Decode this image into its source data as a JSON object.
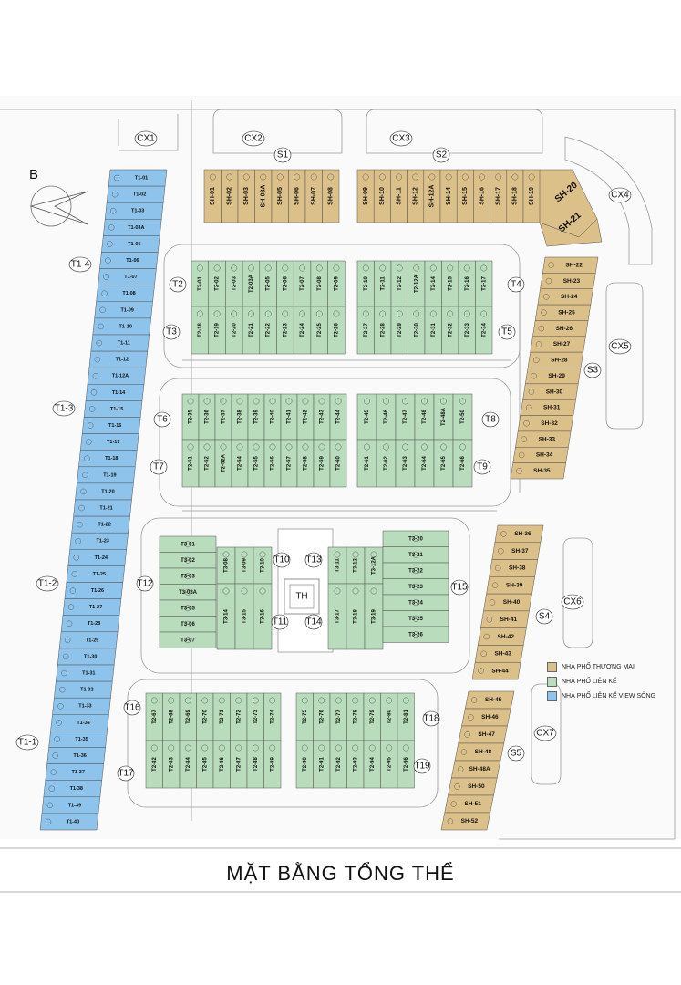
{
  "title": "MẶT BẰNG TỔNG THỂ",
  "compass_label": "B",
  "legend": [
    {
      "label": "NHÀ PHỐ THƯƠNG MẠI",
      "color": "#dcc08a"
    },
    {
      "label": "NHÀ PHỐ LIÊN KẾ",
      "color": "#b8dcbc"
    },
    {
      "label": "NHÀ PHỐ LIÊN KẾ VIEW SÔNG",
      "color": "#8ec3ec"
    }
  ],
  "colors": {
    "commercial": "#dcc08a",
    "townhouse": "#b8dcbc",
    "river_view": "#8ec3ec"
  },
  "areas": {
    "cx": [
      "CX1",
      "CX2",
      "CX3",
      "CX4",
      "CX5",
      "CX6",
      "CX7"
    ],
    "s": [
      "S1",
      "S2",
      "S3",
      "S4",
      "S5"
    ],
    "t1": [
      "T1-4",
      "T1-3",
      "T1-2",
      "T1-1"
    ],
    "t": [
      "T2",
      "T3",
      "T4",
      "T5",
      "T6",
      "T7",
      "T8",
      "T9",
      "T10",
      "T11",
      "T12",
      "T13",
      "T14",
      "T15",
      "T16",
      "T17",
      "T18",
      "T19"
    ],
    "center": "TH"
  },
  "lots": {
    "sh_row_left": [
      "SH-01",
      "SH-02",
      "SH-03",
      "SH-03A",
      "SH-05",
      "SH-06",
      "SH-07",
      "SH-08"
    ],
    "sh_row_right": [
      "SH-09",
      "SH-10",
      "SH-11",
      "SH-12",
      "SH-12A",
      "SH-14",
      "SH-15",
      "SH-16",
      "SH-17",
      "SH-18",
      "SH-19"
    ],
    "sh_corner": [
      "SH-20",
      "SH-21"
    ],
    "sh_col_1": [
      "SH-22",
      "SH-23",
      "SH-24",
      "SH-25",
      "SH-26",
      "SH-27",
      "SH-28",
      "SH-29",
      "SH-30",
      "SH-31",
      "SH-32",
      "SH-33",
      "SH-34",
      "SH-35"
    ],
    "sh_col_2": [
      "SH-36",
      "SH-37",
      "SH-38",
      "SH-39",
      "SH-40",
      "SH-41",
      "SH-42",
      "SH-43",
      "SH-44"
    ],
    "sh_col_3": [
      "SH-45",
      "SH-46",
      "SH-47",
      "SH-48",
      "SH-48A",
      "SH-50",
      "SH-51",
      "SH-52"
    ],
    "t1_col": [
      "T1-01",
      "T1-02",
      "T1-03",
      "T1-03A",
      "T1-05",
      "T1-06",
      "T1-07",
      "T1-08",
      "T1-09",
      "T1-10",
      "T1-11",
      "T1-12",
      "T1-12A",
      "T1-14",
      "T1-15",
      "T1-16",
      "T1-17",
      "T1-18",
      "T1-19",
      "T1-20",
      "T1-21",
      "T1-22",
      "T1-23",
      "T1-24",
      "T1-25",
      "T1-26",
      "T1-27",
      "T1-28",
      "T1-29",
      "T1-30",
      "T1-31",
      "T1-32",
      "T1-33",
      "T1-34",
      "T1-35",
      "T1-36",
      "T1-37",
      "T1-38",
      "T1-39",
      "T1-40"
    ],
    "b1_top_left": [
      "T2-01",
      "T2-02",
      "T2-03",
      "T2-03A",
      "T2-05",
      "T2-06",
      "T2-07",
      "T2-08",
      "T2-09"
    ],
    "b1_top_right": [
      "T2-10",
      "T2-11",
      "T2-12",
      "T2-12A",
      "T2-14",
      "T2-15",
      "T2-16",
      "T2-17"
    ],
    "b1_bot_left": [
      "T2-18",
      "T2-19",
      "T2-20",
      "T2-21",
      "T2-22",
      "T2-23",
      "T2-24",
      "T2-25",
      "T2-26"
    ],
    "b1_bot_right": [
      "T2-27",
      "T2-28",
      "T2-29",
      "T2-30",
      "T2-31",
      "T2-32",
      "T2-33",
      "T2-34"
    ],
    "b2_top_left": [
      "T2-35",
      "T2-36",
      "T2-37",
      "T2-38",
      "T2-39",
      "T2-40",
      "T2-41",
      "T2-42",
      "T2-43",
      "T2-44"
    ],
    "b2_top_right": [
      "T2-45",
      "T2-46",
      "T2-47",
      "T2-48",
      "T2-48A",
      "T2-50"
    ],
    "b2_bot_left": [
      "T2-51",
      "T2-52",
      "T2-52A",
      "T2-54",
      "T2-55",
      "T2-56",
      "T2-57",
      "T2-58",
      "T2-59",
      "T2-60"
    ],
    "b2_bot_right": [
      "T2-61",
      "T2-62",
      "T2-63",
      "T2-64",
      "T2-65",
      "T2-66"
    ],
    "b3_left_col": [
      "T3-01",
      "T3-02",
      "T3-03",
      "T3-03A",
      "T3-05",
      "T3-06",
      "T3-07"
    ],
    "b3_left_vert": [
      "T3-08",
      "T3-09",
      "T3-10"
    ],
    "b3_left_vert2": [
      "T3-14",
      "T3-15",
      "T3-16"
    ],
    "b3_right_vert": [
      "T3-11",
      "T3-12",
      "T3-12A"
    ],
    "b3_right_vert2": [
      "T3-17",
      "T3-18",
      "T3-19"
    ],
    "b3_right_col": [
      "T3-20",
      "T3-21",
      "T3-22",
      "T3-23",
      "T3-24",
      "T3-25",
      "T3-26"
    ],
    "b4_top_left": [
      "T2-67",
      "T2-68",
      "T2-69",
      "T2-70",
      "T2-71",
      "T2-72",
      "T2-73",
      "T2-74"
    ],
    "b4_top_right": [
      "T2-75",
      "T2-76",
      "T2-77",
      "T2-78",
      "T2-79",
      "T2-80",
      "T2-81"
    ],
    "b4_bot_left": [
      "T2-82",
      "T2-83",
      "T2-84",
      "T2-85",
      "T2-86",
      "T2-87",
      "T2-88",
      "T2-89"
    ],
    "b4_bot_right": [
      "T2-90",
      "T2-91",
      "T2-92",
      "T2-93",
      "T2-94",
      "T2-95",
      "T2-96"
    ]
  }
}
